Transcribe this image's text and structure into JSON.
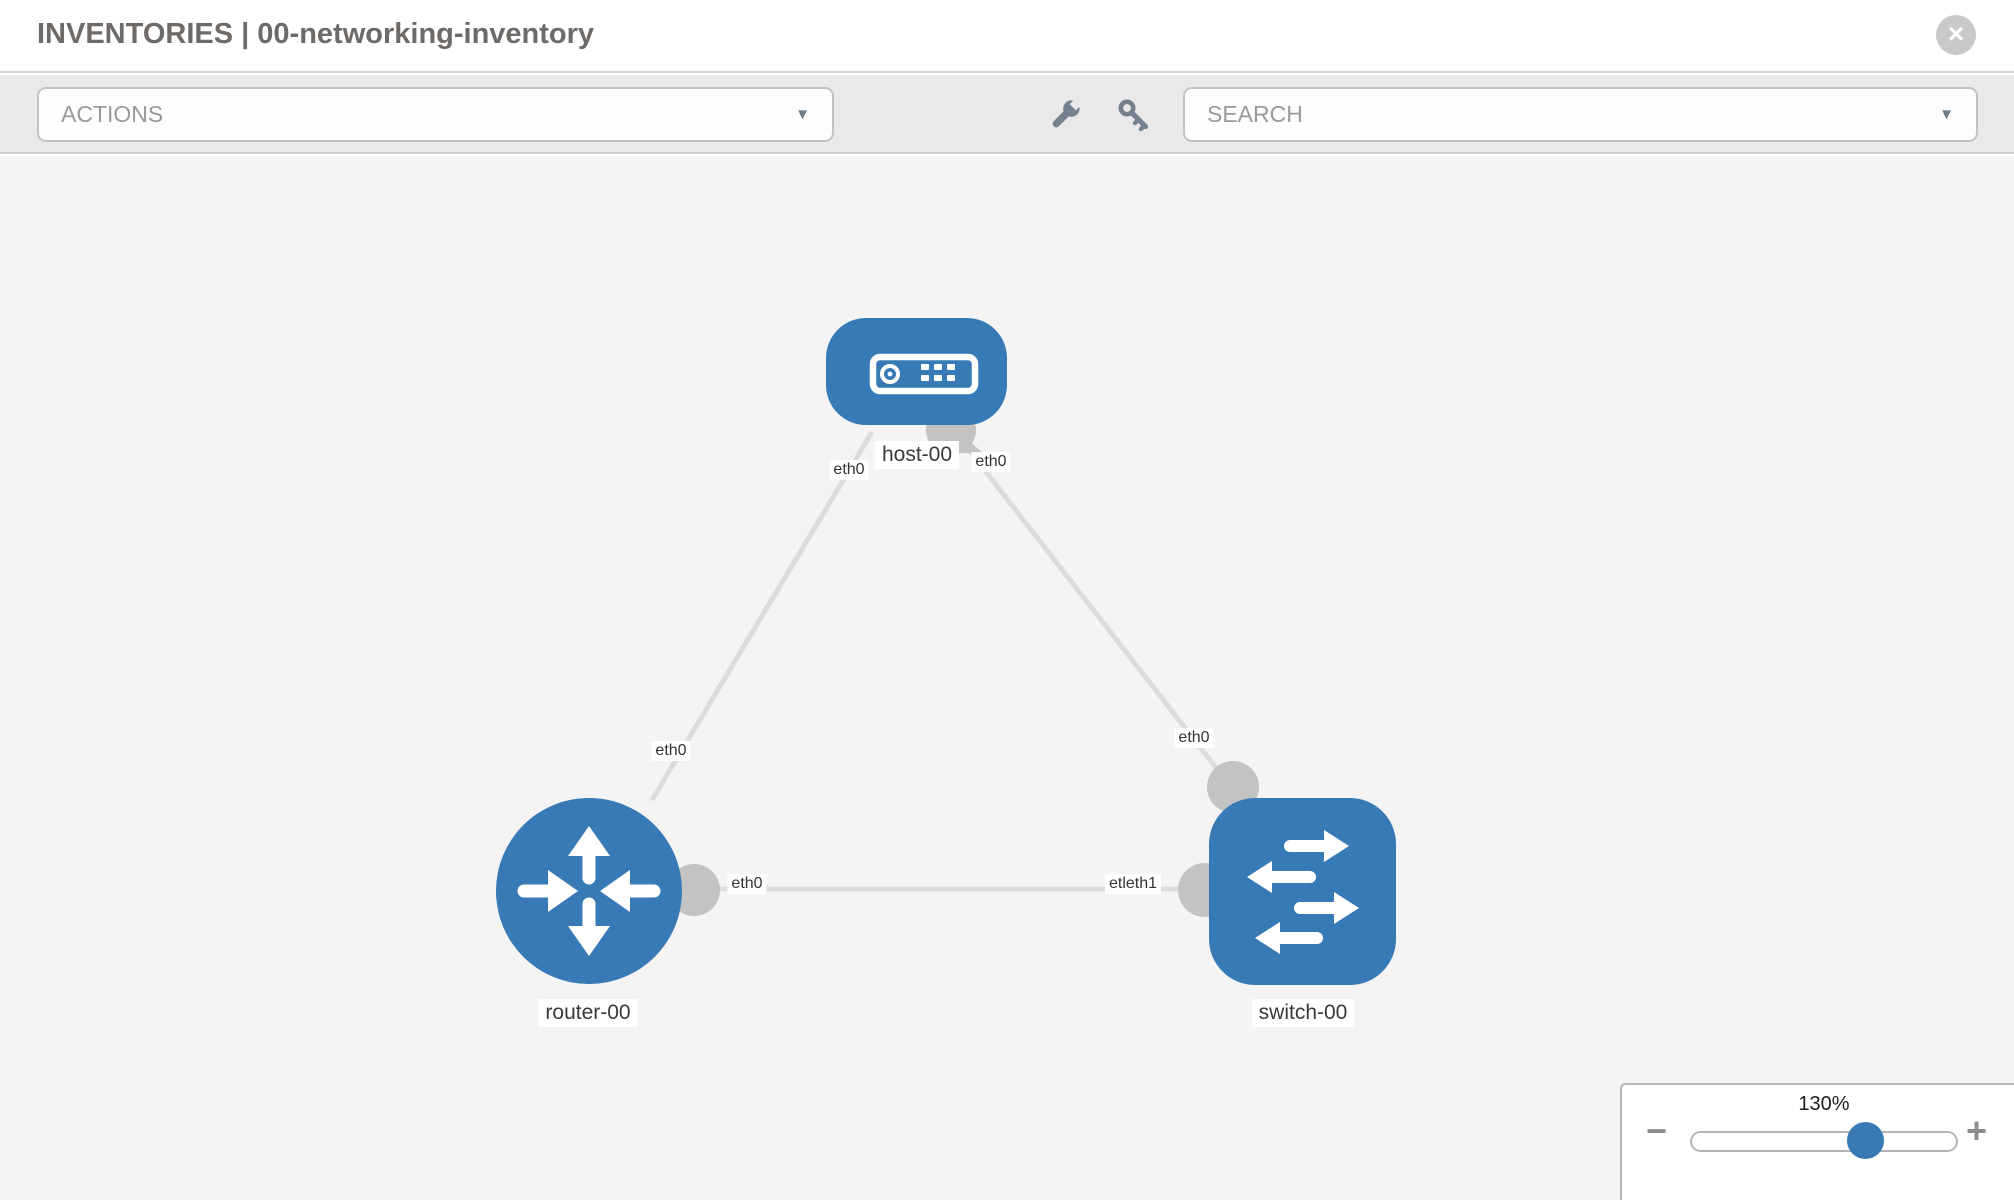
{
  "header": {
    "title": "INVENTORIES | 00-networking-inventory"
  },
  "toolbar": {
    "actions_label": "ACTIONS",
    "search_placeholder": "SEARCH"
  },
  "icons": {
    "close": "×",
    "chevron_down": "▼",
    "minus": "−",
    "plus": "+"
  },
  "topology": {
    "nodes": [
      {
        "label": "host-00",
        "type": "host"
      },
      {
        "label": "router-00",
        "type": "router"
      },
      {
        "label": "switch-00",
        "type": "switch"
      }
    ],
    "interface_labels": [
      {
        "text": "eth0",
        "near": "host-00-left"
      },
      {
        "text": "eth0",
        "near": "host-00-right"
      },
      {
        "text": "eth0",
        "near": "router-00-top"
      },
      {
        "text": "eth0",
        "near": "router-00-right"
      },
      {
        "text": "etleth1",
        "near": "switch-00-left"
      },
      {
        "text": "eth0",
        "near": "switch-00-top"
      }
    ]
  },
  "zoom_control": {
    "level": "130%"
  },
  "colors": {
    "node_blue": "#377ab5",
    "link_gray": "#dcdcdc",
    "port_gray": "#c3c3c3",
    "toolbar_bg": "#e9e9e9",
    "canvas_bg": "#f4f4f4"
  }
}
